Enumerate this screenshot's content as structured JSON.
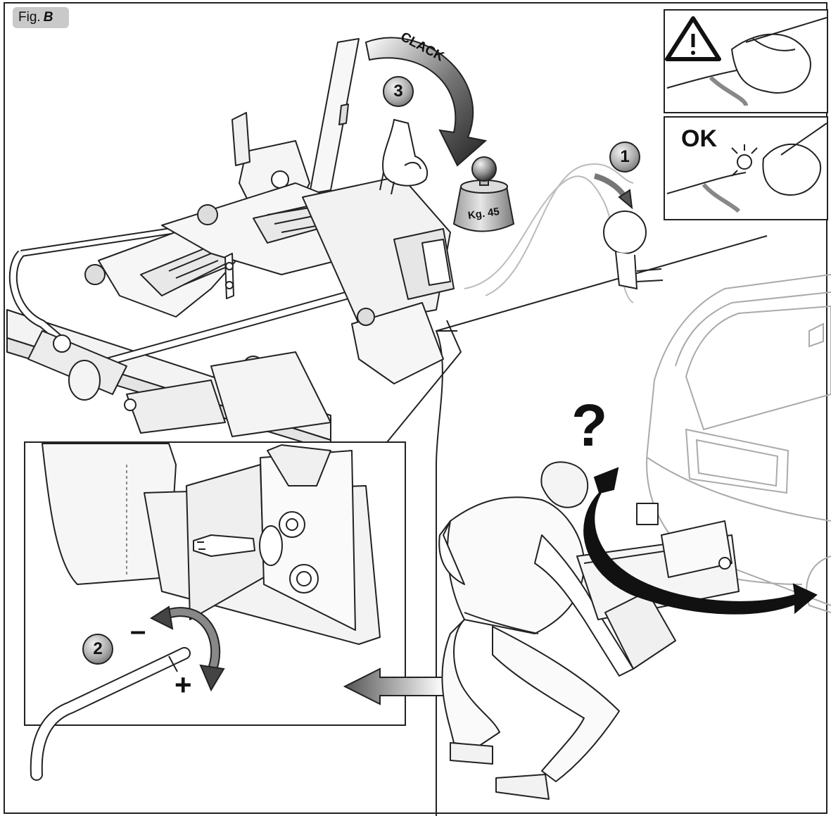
{
  "figure": {
    "label_prefix": "Fig.",
    "label_letter": "B"
  },
  "steps": {
    "step1": "1",
    "step2": "2",
    "step3": "3"
  },
  "texts": {
    "clack": "CLACK",
    "weight": "Kg. 45",
    "ok": "OK",
    "question": "?",
    "minus": "–",
    "plus": "+"
  },
  "icons": {
    "warning": "warning-triangle-icon"
  },
  "colors": {
    "line": "#222222",
    "badge": "#9a9a9a",
    "arrow_dark": "#111111",
    "label_bg": "#c9c9c9"
  }
}
